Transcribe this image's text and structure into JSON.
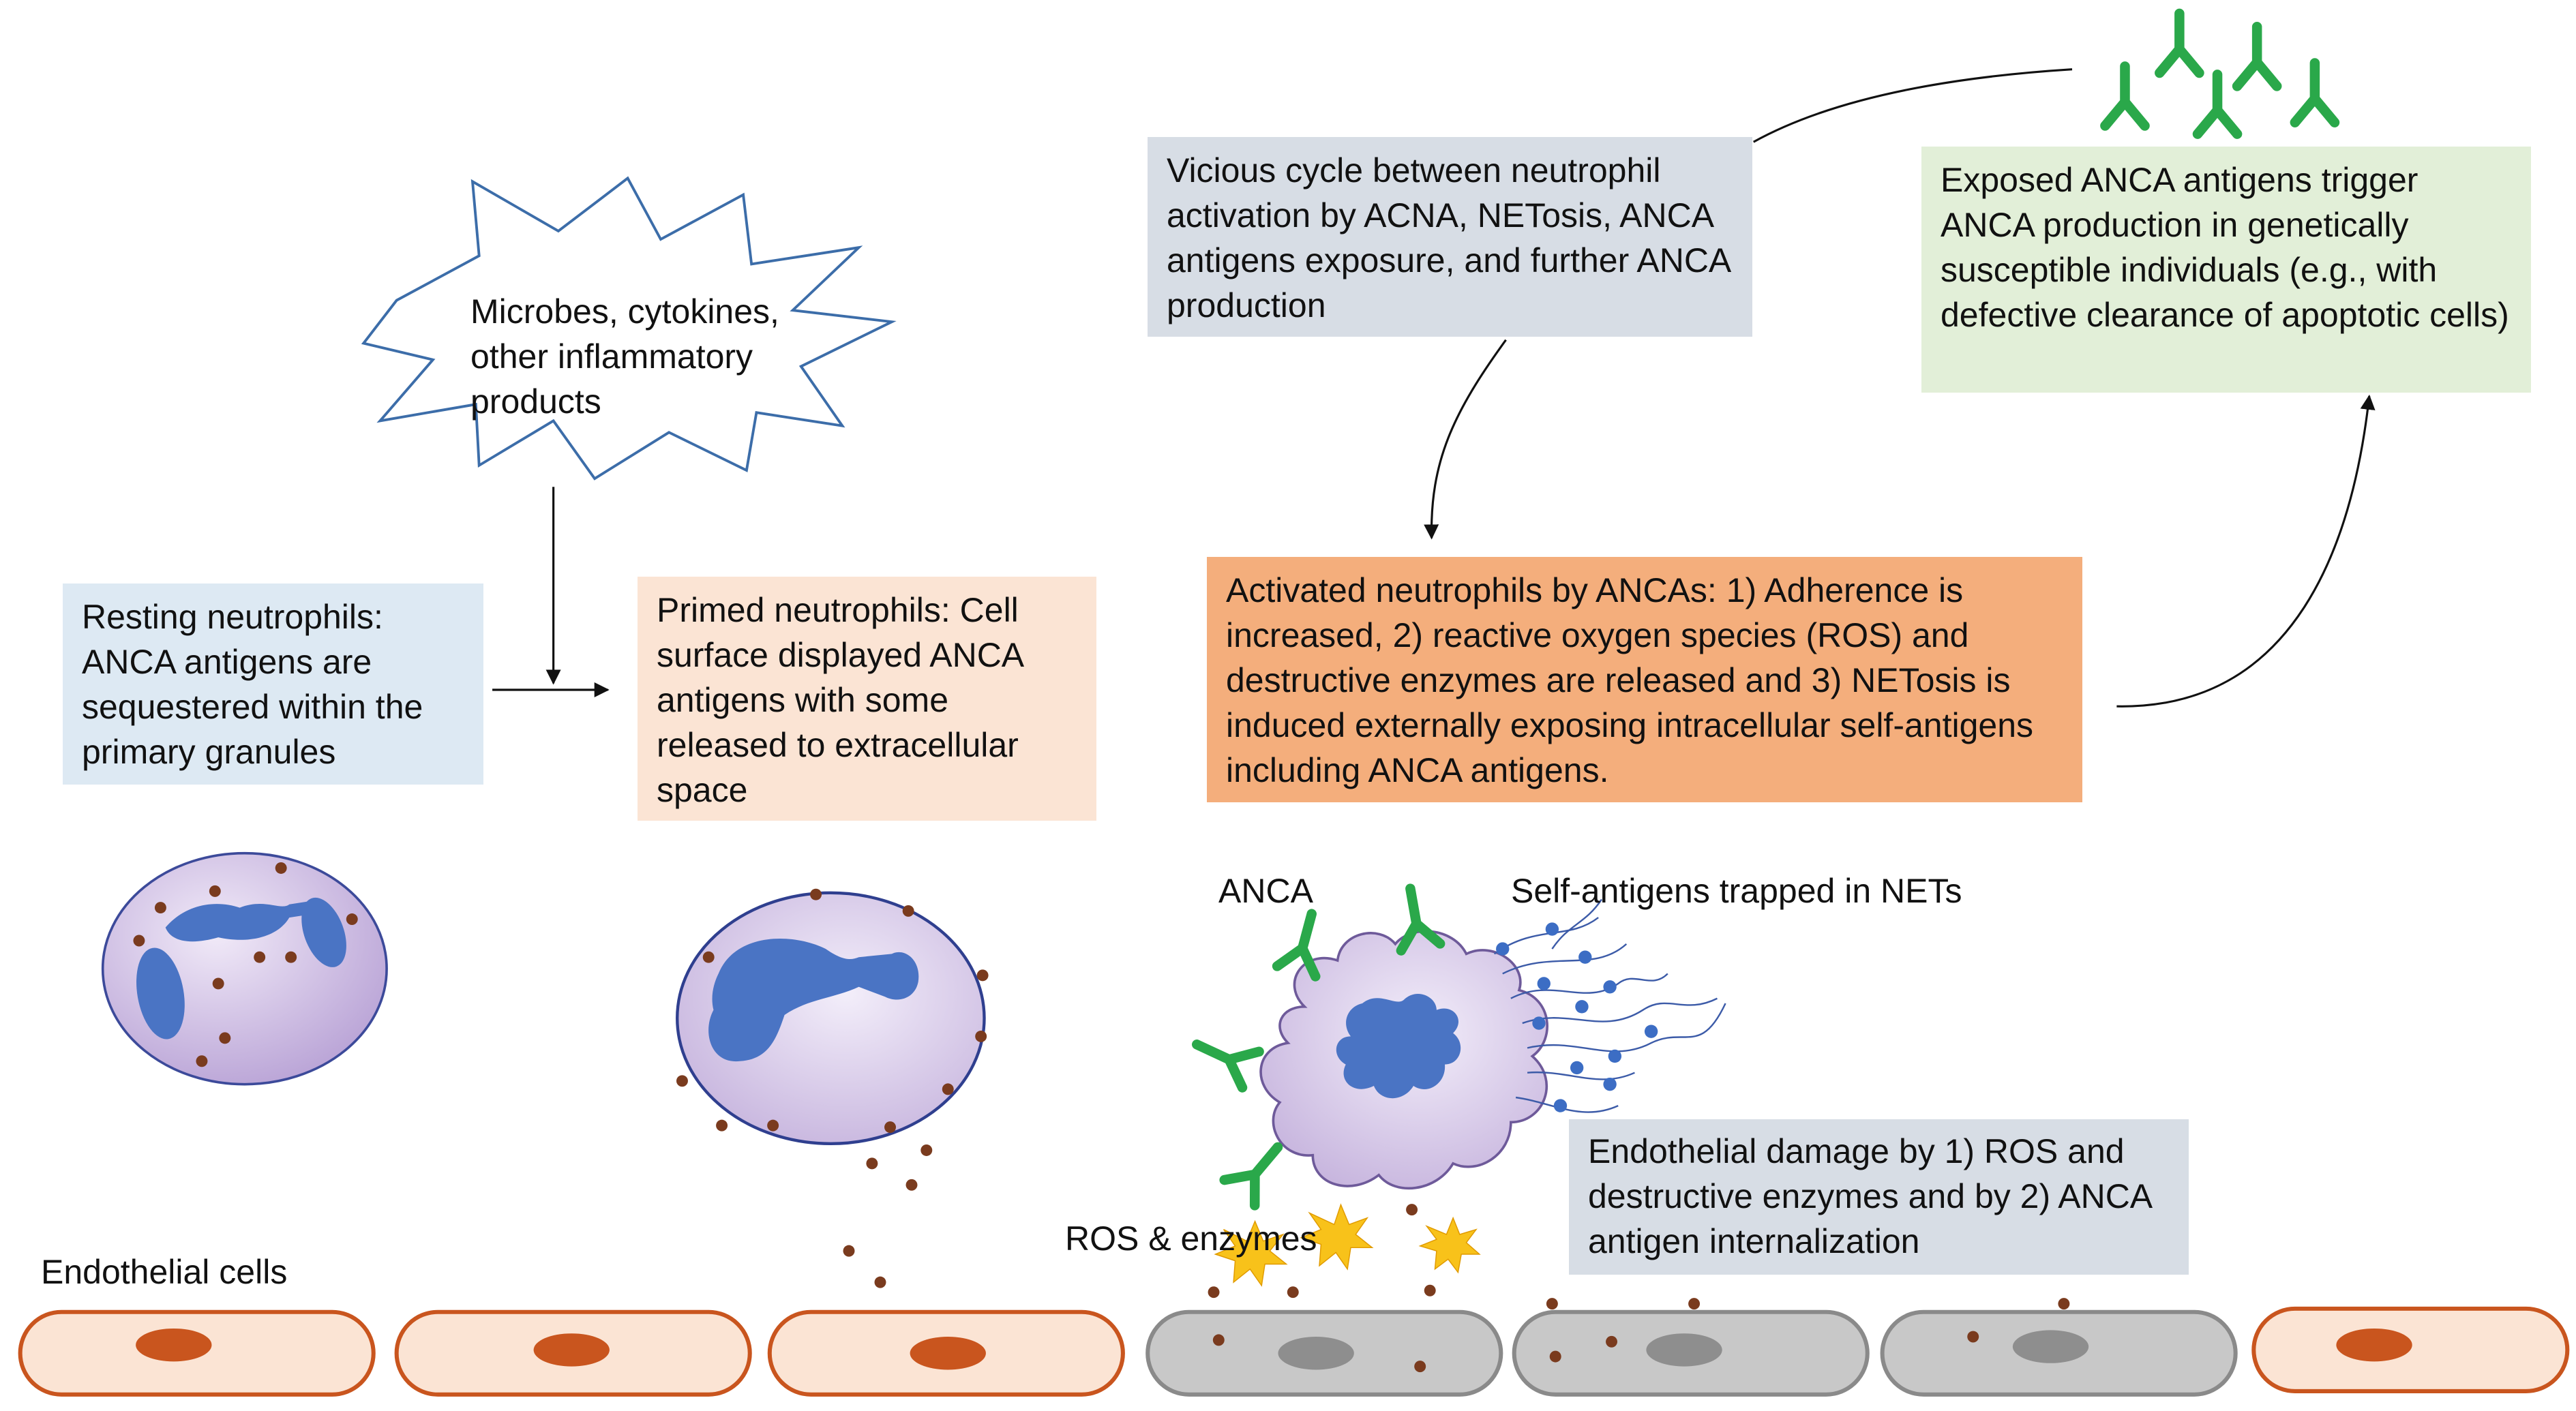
{
  "boxes": {
    "resting": "Resting neutrophils: ANCA antigens are sequestered within the primary granules",
    "primed": "Primed neutrophils: Cell surface displayed ANCA antigens with some released to extracellular space",
    "stimuli": "Microbes, cytokines, other inflammatory products",
    "vicious_cycle": "Vicious cycle between neutrophil activation by ACNA, NETosis, ANCA antigens exposure, and further ANCA production",
    "exposed": "Exposed ANCA antigens trigger ANCA production in genetically susceptible individuals (e.g., with defective clearance of apoptotic cells)",
    "activated": "Activated neutrophils by ANCAs: 1) Adherence is increased, 2) reactive oxygen species (ROS) and destructive enzymes are released and 3) NETosis is induced externally exposing intracellular self-antigens including ANCA antigens.",
    "damage": "Endothelial damage by 1) ROS and destructive enzymes and by 2) ANCA antigen  internalization"
  },
  "labels": {
    "anca": "ANCA",
    "self_antigens": "Self-antigens trapped in NETs",
    "ros": "ROS & enzymes",
    "endothelial": "Endothelial cells"
  },
  "colors": {
    "resting_box": "#dde9f3",
    "primed_box": "#fbe4d4",
    "cycle_box": "#d7dde5",
    "exposed_box": "#e2efd8",
    "activated_box": "#f4ae7c",
    "damage_box": "#d7dde5",
    "cell_purple": "#c9b8de",
    "nucleus_blue": "#4a74c4",
    "granule_brown": "#7a3b1e",
    "antibody_green": "#2aa84a",
    "ros_yellow": "#f8c21a",
    "endo_healthy_fill": "#fbe4d4",
    "endo_healthy_stroke": "#c9551e",
    "endo_damaged_fill": "#c8c8c8",
    "endo_damaged_stroke": "#8a8a8a"
  },
  "icons": [
    "neutrophil-cell",
    "antibody-y-icon",
    "ros-burst-icon",
    "endothelial-cell",
    "net-fiber"
  ]
}
